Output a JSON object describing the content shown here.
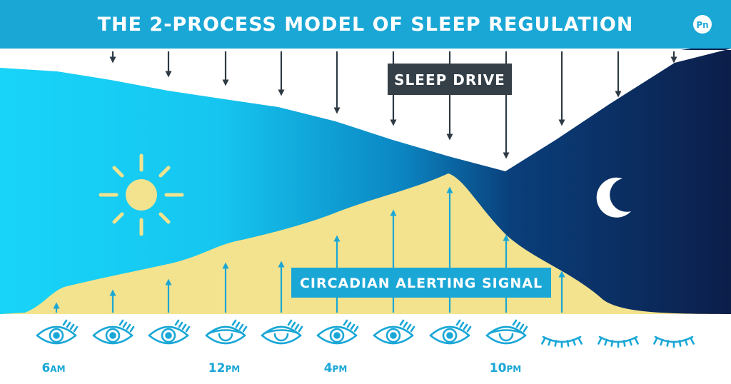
{
  "title": "THE 2-PROCESS MODEL OF SLEEP REGULATION",
  "logo": "Pn",
  "labels": {
    "sleep_drive": "SLEEP DRIVE",
    "circadian_signal": "CIRCADIAN ALERTING SIGNAL"
  },
  "time_labels": [
    {
      "main": "6",
      "suffix": "AM"
    },
    {
      "main": "12",
      "suffix": "PM"
    },
    {
      "main": "4",
      "suffix": "PM"
    },
    {
      "main": "10",
      "suffix": "PM"
    }
  ],
  "icons": {
    "sun": "sun-icon",
    "moon": "crescent-moon-icon",
    "eye_open": "open-eye-icon",
    "eye_drowsy": "drowsy-eye-icon",
    "eye_closed": "closed-eye-icon"
  },
  "eye_sequence": [
    "open",
    "open",
    "open",
    "drowsy",
    "drowsy",
    "open",
    "open",
    "open",
    "drowsy",
    "closed",
    "closed",
    "closed"
  ],
  "colors": {
    "banner": "#1aa7d6",
    "day_sky": "#18d4f8",
    "night_sky": "#0c1e4a",
    "circadian_fill": "#f3e38e",
    "label_box_dark": "#343f47",
    "label_box_blue": "#1aa7d6",
    "eye_stroke": "#1aa7d6",
    "sun": "#f3e38e",
    "moon": "#ffffff"
  }
}
